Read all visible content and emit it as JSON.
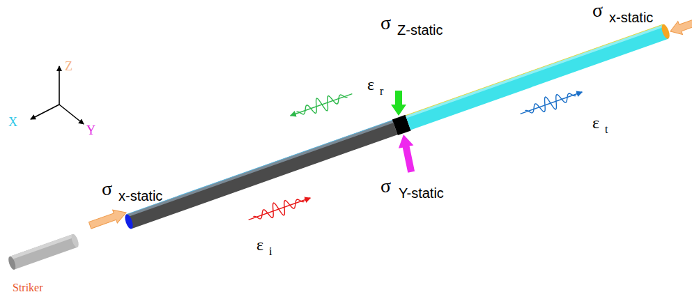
{
  "diagram": {
    "labels": [
      "Z",
      "X",
      "Y",
      "σ",
      "x-static",
      "σ",
      "Z-static",
      "ε",
      "r",
      "ε",
      "t",
      "σ",
      "Y-static",
      "σ",
      "x-static",
      "ε",
      "i",
      "Striker"
    ]
  }
}
